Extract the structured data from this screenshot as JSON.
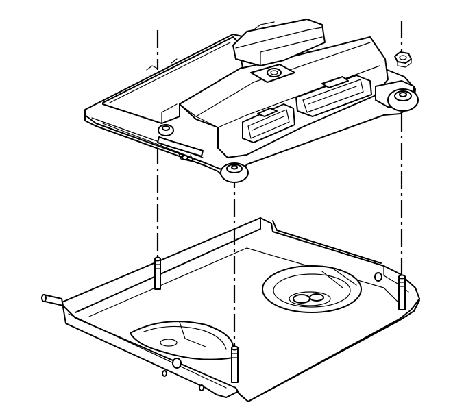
{
  "diagram": {
    "kind": "exploded-assembly-line-drawing",
    "colors": {
      "line": "#000000",
      "background": "#ffffff"
    },
    "parts": [
      {
        "id": "control-module",
        "icon": "electronic-control-module-icon"
      },
      {
        "id": "mounting-bracket",
        "icon": "mounting-tray-icon"
      },
      {
        "id": "mounting-studs",
        "icon": "threaded-stud-icon",
        "count": 3
      },
      {
        "id": "nut",
        "icon": "hex-nut-icon",
        "count": 1
      },
      {
        "id": "ground-strap",
        "icon": "ground-strap-icon",
        "count": 1
      }
    ],
    "alignment_lines": 3
  }
}
